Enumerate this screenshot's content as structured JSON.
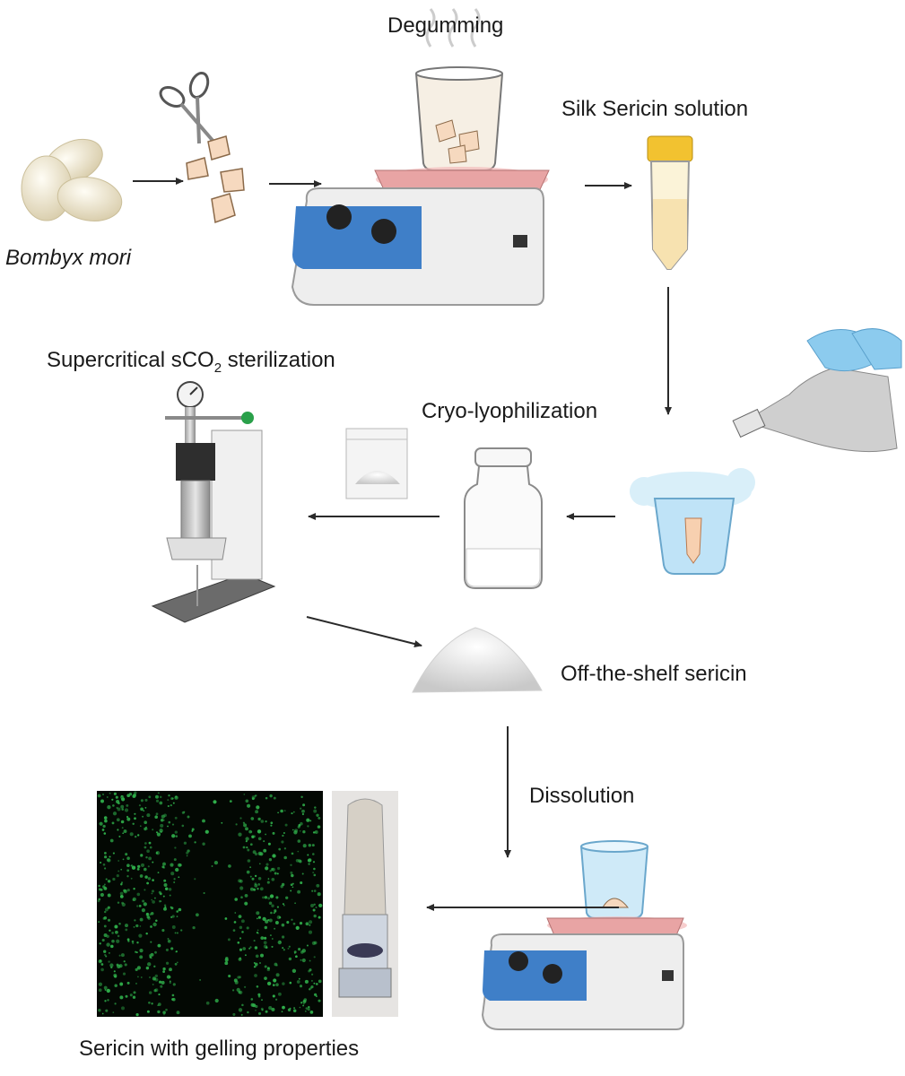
{
  "labels": {
    "degumming": "Degumming",
    "silk_sericin_solution": "Silk Sericin solution",
    "bombyx_mori": "Bombyx mori",
    "sco2_prefix": "Supercritical sCO",
    "sco2_subscript": "2",
    "sco2_suffix": " sterilization",
    "cryo_lyophilization": "Cryo-lyophilization",
    "off_the_shelf": "Off-the-shelf sericin",
    "dissolution": "Dissolution",
    "gelling": "Sericin with gelling properties"
  },
  "colors": {
    "arrow": "#2a2a2a",
    "hotplate_blue": "#3f7fc8",
    "hotplate_top": "#e8a4a4",
    "cocoon": "#f0ead6",
    "fluorescence_green": "#2fae4a",
    "ice_blue": "#bfe3f7",
    "glove_blue": "#8ccbee"
  },
  "icons": [
    "cocoon-icon",
    "scissors-icon",
    "silk-pieces-icon",
    "hotplate-stirrer-icon",
    "falcon-tube-icon",
    "liquid-nitrogen-dewar-icon",
    "freezing-beaker-icon",
    "glass-vial-icon",
    "powder-bag-icon",
    "sco2-reactor-icon",
    "powder-pile-icon",
    "fluorescence-image-icon",
    "gel-tube-icon"
  ]
}
